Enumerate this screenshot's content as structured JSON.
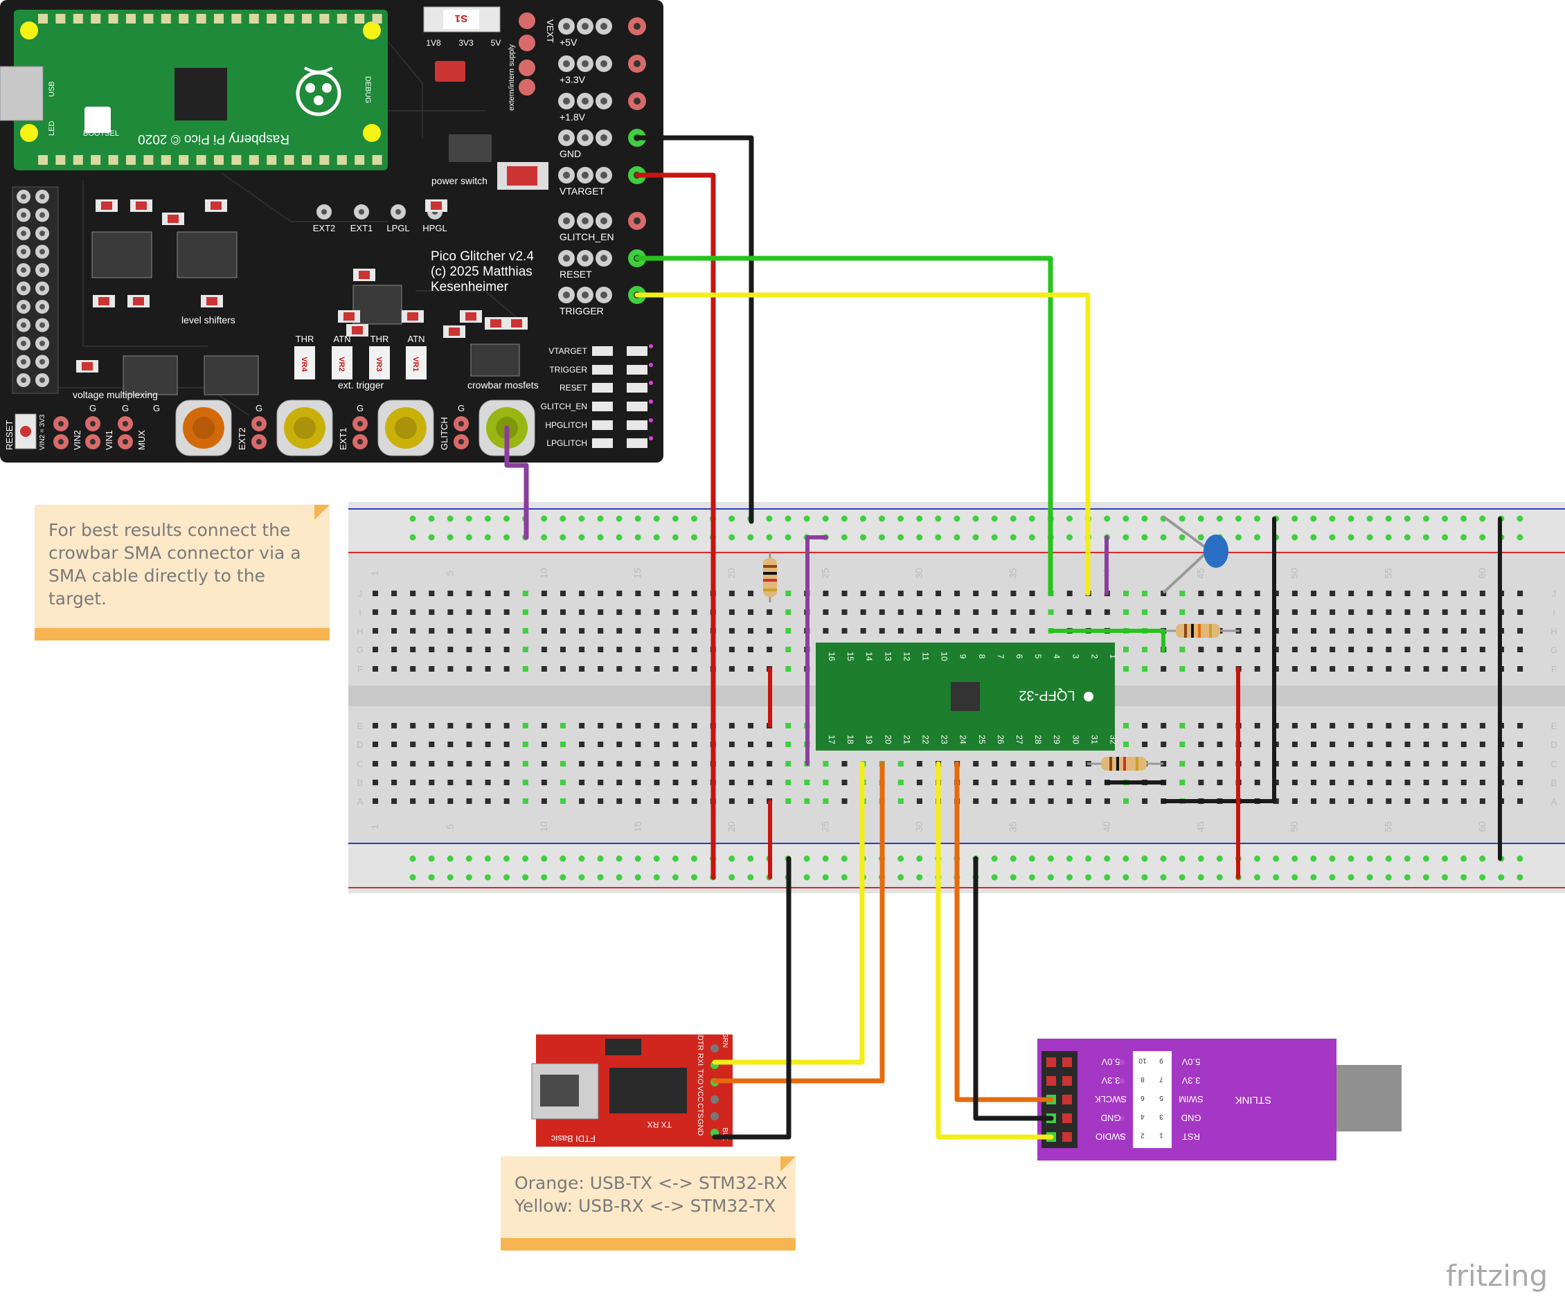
{
  "pcb": {
    "title_lines": [
      "Pico Glitcher v2.4",
      "(c) 2025 Matthias",
      "Kesenheimer"
    ],
    "pico_label": "Raspberry Pi Pico © 2020",
    "pico_small": [
      "USB",
      "LED",
      "BOOTSEL",
      "DEBUG"
    ],
    "switch_label": "S1",
    "switch_positions": [
      "1V8",
      "3V3",
      "5V"
    ],
    "vext": "VEXT",
    "extern_intern": "extern/intern supply",
    "power_switch": "power switch",
    "right_headers": [
      "+5V",
      "+3.3V",
      "+1.8V",
      "GND",
      "VTARGET",
      "GLITCH_EN",
      "RESET",
      "TRIGGER"
    ],
    "ext_labels": [
      "EXT2",
      "EXT1",
      "LPGL",
      "HPGL"
    ],
    "level_shifters": "level shifters",
    "voltage_multiplexing": "voltage multiplexing",
    "ext_trigger": "ext. trigger",
    "crowbar_mosfets": "crowbar mosfets",
    "pot_labels": [
      "THR",
      "ATN",
      "THR",
      "ATN"
    ],
    "pot_ids": [
      "VR4",
      "VR2",
      "VR3",
      "VR1"
    ],
    "led_labels": [
      "VTARGET",
      "TRIGGER",
      "RESET",
      "GLITCH_EN",
      "HPGLITCH",
      "LPGLITCH"
    ],
    "bottom_labels": [
      "RESET",
      "VIN2 = 3V3",
      "VIN2",
      "VIN1",
      "MUX",
      "EXT2",
      "EXT1",
      "GLITCH"
    ],
    "gnd": "G"
  },
  "breadboard": {
    "column_numbers": [
      "1",
      "5",
      "10",
      "15",
      "20",
      "25",
      "30",
      "35",
      "40",
      "45",
      "50",
      "55",
      "60"
    ],
    "rows_top": [
      "J",
      "I",
      "H",
      "G",
      "F"
    ],
    "rows_bottom": [
      "E",
      "D",
      "C",
      "B",
      "A"
    ]
  },
  "target_chip": {
    "label": "LQFP-32",
    "top_pins": [
      "16",
      "15",
      "14",
      "13",
      "12",
      "11",
      "10",
      "9",
      "8",
      "7",
      "6",
      "5",
      "4",
      "3",
      "2",
      "1"
    ],
    "bottom_pins": [
      "17",
      "18",
      "19",
      "20",
      "21",
      "22",
      "23",
      "24",
      "25",
      "26",
      "27",
      "28",
      "29",
      "30",
      "31",
      "32"
    ]
  },
  "ftdi": {
    "pins": [
      "DTR",
      "RXI",
      "TXO",
      "VCC",
      "CTS",
      "GND"
    ],
    "grn": "GRN",
    "blk": "BLK",
    "name": "FTDI Basic",
    "txrx": "TX  RX"
  },
  "stlink": {
    "name": "STLINK",
    "left_pins": [
      "5.0V",
      "3.3V",
      "SWCLK",
      "GND",
      "SWDIO"
    ],
    "right_pins": [
      "5.0V",
      "3.3V",
      "SWIM",
      "GND",
      "RST"
    ]
  },
  "notes": {
    "crowbar": "For best results connect the\ncrowbar SMA connector via a\nSMA cable directly to the\ntarget.",
    "uart": "Orange: USB-TX <-> STM32-RX\nYellow: USB-RX <-> STM32-TX"
  },
  "brand": "fritzing",
  "colors": {
    "pcb": "#1b1b1b",
    "pico": "#1f8a3a",
    "target": "#1d7f2e",
    "ftdi": "#d0261d",
    "stlink": "#a437c4",
    "wire_black": "#1a1a1a",
    "wire_red": "#c8140f",
    "wire_green": "#28c31e",
    "wire_yellow": "#f3ee16",
    "wire_orange": "#e56b0e",
    "wire_purple": "#8a3f9c",
    "note_bg": "#fde9c8",
    "note_band": "#f7b551"
  }
}
